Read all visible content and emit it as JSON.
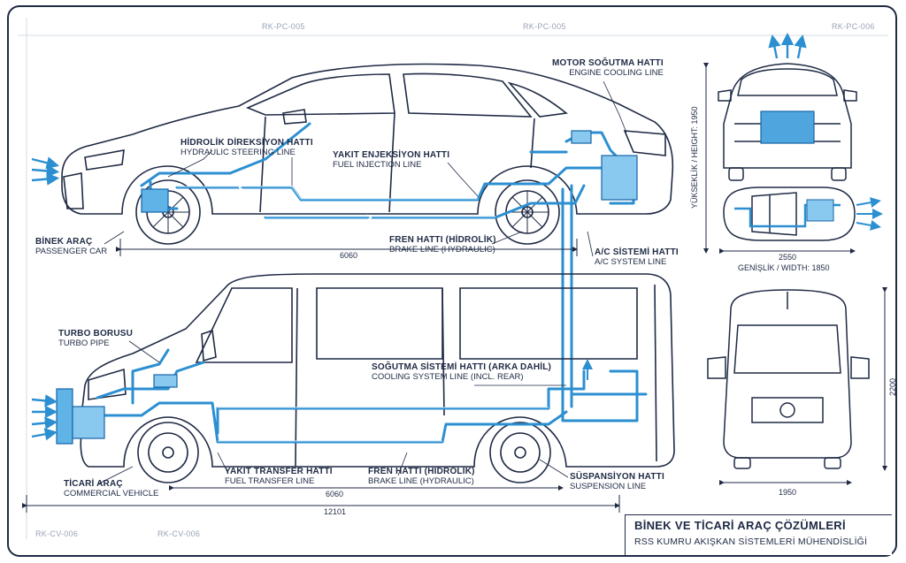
{
  "references": {
    "pc_top_1": "RK-PC-005",
    "pc_top_2": "RK-PC-005",
    "pc_top_3": "RK-PC-006",
    "cv_bottom_1": "RK-CV-006",
    "cv_bottom_2": "RK-CV-006"
  },
  "passenger_car": {
    "title_tr": "BİNEK ARAÇ",
    "title_en": "PASSENGER CAR",
    "length": "6060",
    "width_label": "GENİŞLİK / WIDTH: 1850",
    "height_label": "YÜKSEKLİK / HEIGHT: 1950",
    "top_view_length": "2550",
    "lines": {
      "steering_tr": "HİDROLİK DİREKSİYON HATTI",
      "steering_en": "HYDRAULIC STEERING LINE",
      "fuel_tr": "YAKIT ENJEKSİYON HATTI",
      "fuel_en": "FUEL INJECTION LINE",
      "brake_tr": "FREN HATTI (HİDROLİK)",
      "brake_en": "BRAKE LINE (HYDRAULIC)",
      "ac_tr": "A/C SİSTEMİ HATTI",
      "ac_en": "A/C SYSTEM LINE",
      "cooling_tr": "MOTOR SOĞUTMA HATTI",
      "cooling_en": "ENGINE COOLING LINE"
    }
  },
  "commercial_vehicle": {
    "title_tr": "TİCARİ ARAÇ",
    "title_en": "COMMERCIAL VEHICLE",
    "length_inner": "6060",
    "length_total": "12101",
    "height": "2200",
    "width": "1950",
    "lines": {
      "turbo_tr": "TURBO BORUSU",
      "turbo_en": "TURBO PIPE",
      "cooling_tr": "SOĞUTMA SİSTEMİ HATTI (ARKA DAHİL)",
      "cooling_en": "COOLING SYSTEM LINE (INCL. REAR)",
      "fuel_tr": "YAKIT TRANSFER HATTI",
      "fuel_en": "FUEL TRANSFER LINE",
      "brake_tr": "FREN HATTI (HİDROLİK)",
      "brake_en": "BRAKE LINE (HYDRAULIC)",
      "suspension_tr": "SÜSPANSİYON HATTI",
      "suspension_en": "SUSPENSION LINE"
    }
  },
  "title_block": {
    "title": "BİNEK VE TİCARİ ARAÇ ÇÖZÜMLERİ",
    "subtitle": "RSS KUMRU AKIŞKAN SİSTEMLERİ MÜHENDİSLİĞİ"
  },
  "colors": {
    "ink": "#1f2a44",
    "pipe": "#2b8fd1",
    "pipe_dark": "#1565a6"
  }
}
